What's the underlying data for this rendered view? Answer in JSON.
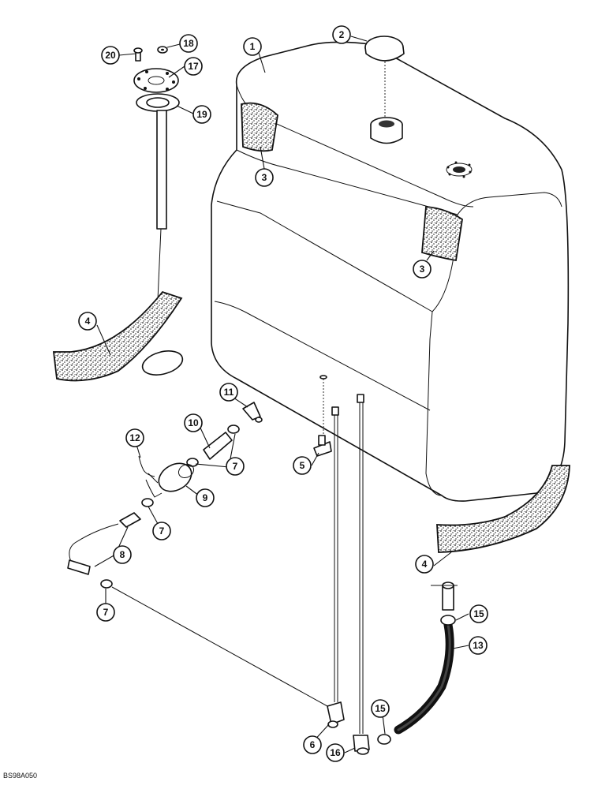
{
  "drawing_code": "BS98A050",
  "callouts": [
    {
      "id": "1",
      "label": "1"
    },
    {
      "id": "2",
      "label": "2"
    },
    {
      "id": "3a",
      "label": "3"
    },
    {
      "id": "3b",
      "label": "3"
    },
    {
      "id": "4a",
      "label": "4"
    },
    {
      "id": "4b",
      "label": "4"
    },
    {
      "id": "5",
      "label": "5"
    },
    {
      "id": "6",
      "label": "6"
    },
    {
      "id": "7a",
      "label": "7"
    },
    {
      "id": "7b",
      "label": "7"
    },
    {
      "id": "7c",
      "label": "7"
    },
    {
      "id": "7d",
      "label": "7"
    },
    {
      "id": "8",
      "label": "8"
    },
    {
      "id": "9",
      "label": "9"
    },
    {
      "id": "10",
      "label": "10"
    },
    {
      "id": "11",
      "label": "11"
    },
    {
      "id": "12",
      "label": "12"
    },
    {
      "id": "13",
      "label": "13"
    },
    {
      "id": "15a",
      "label": "15"
    },
    {
      "id": "15b",
      "label": "15"
    },
    {
      "id": "16",
      "label": "16"
    },
    {
      "id": "17",
      "label": "17"
    },
    {
      "id": "18",
      "label": "18"
    },
    {
      "id": "19",
      "label": "19"
    },
    {
      "id": "20",
      "label": "20"
    }
  ]
}
